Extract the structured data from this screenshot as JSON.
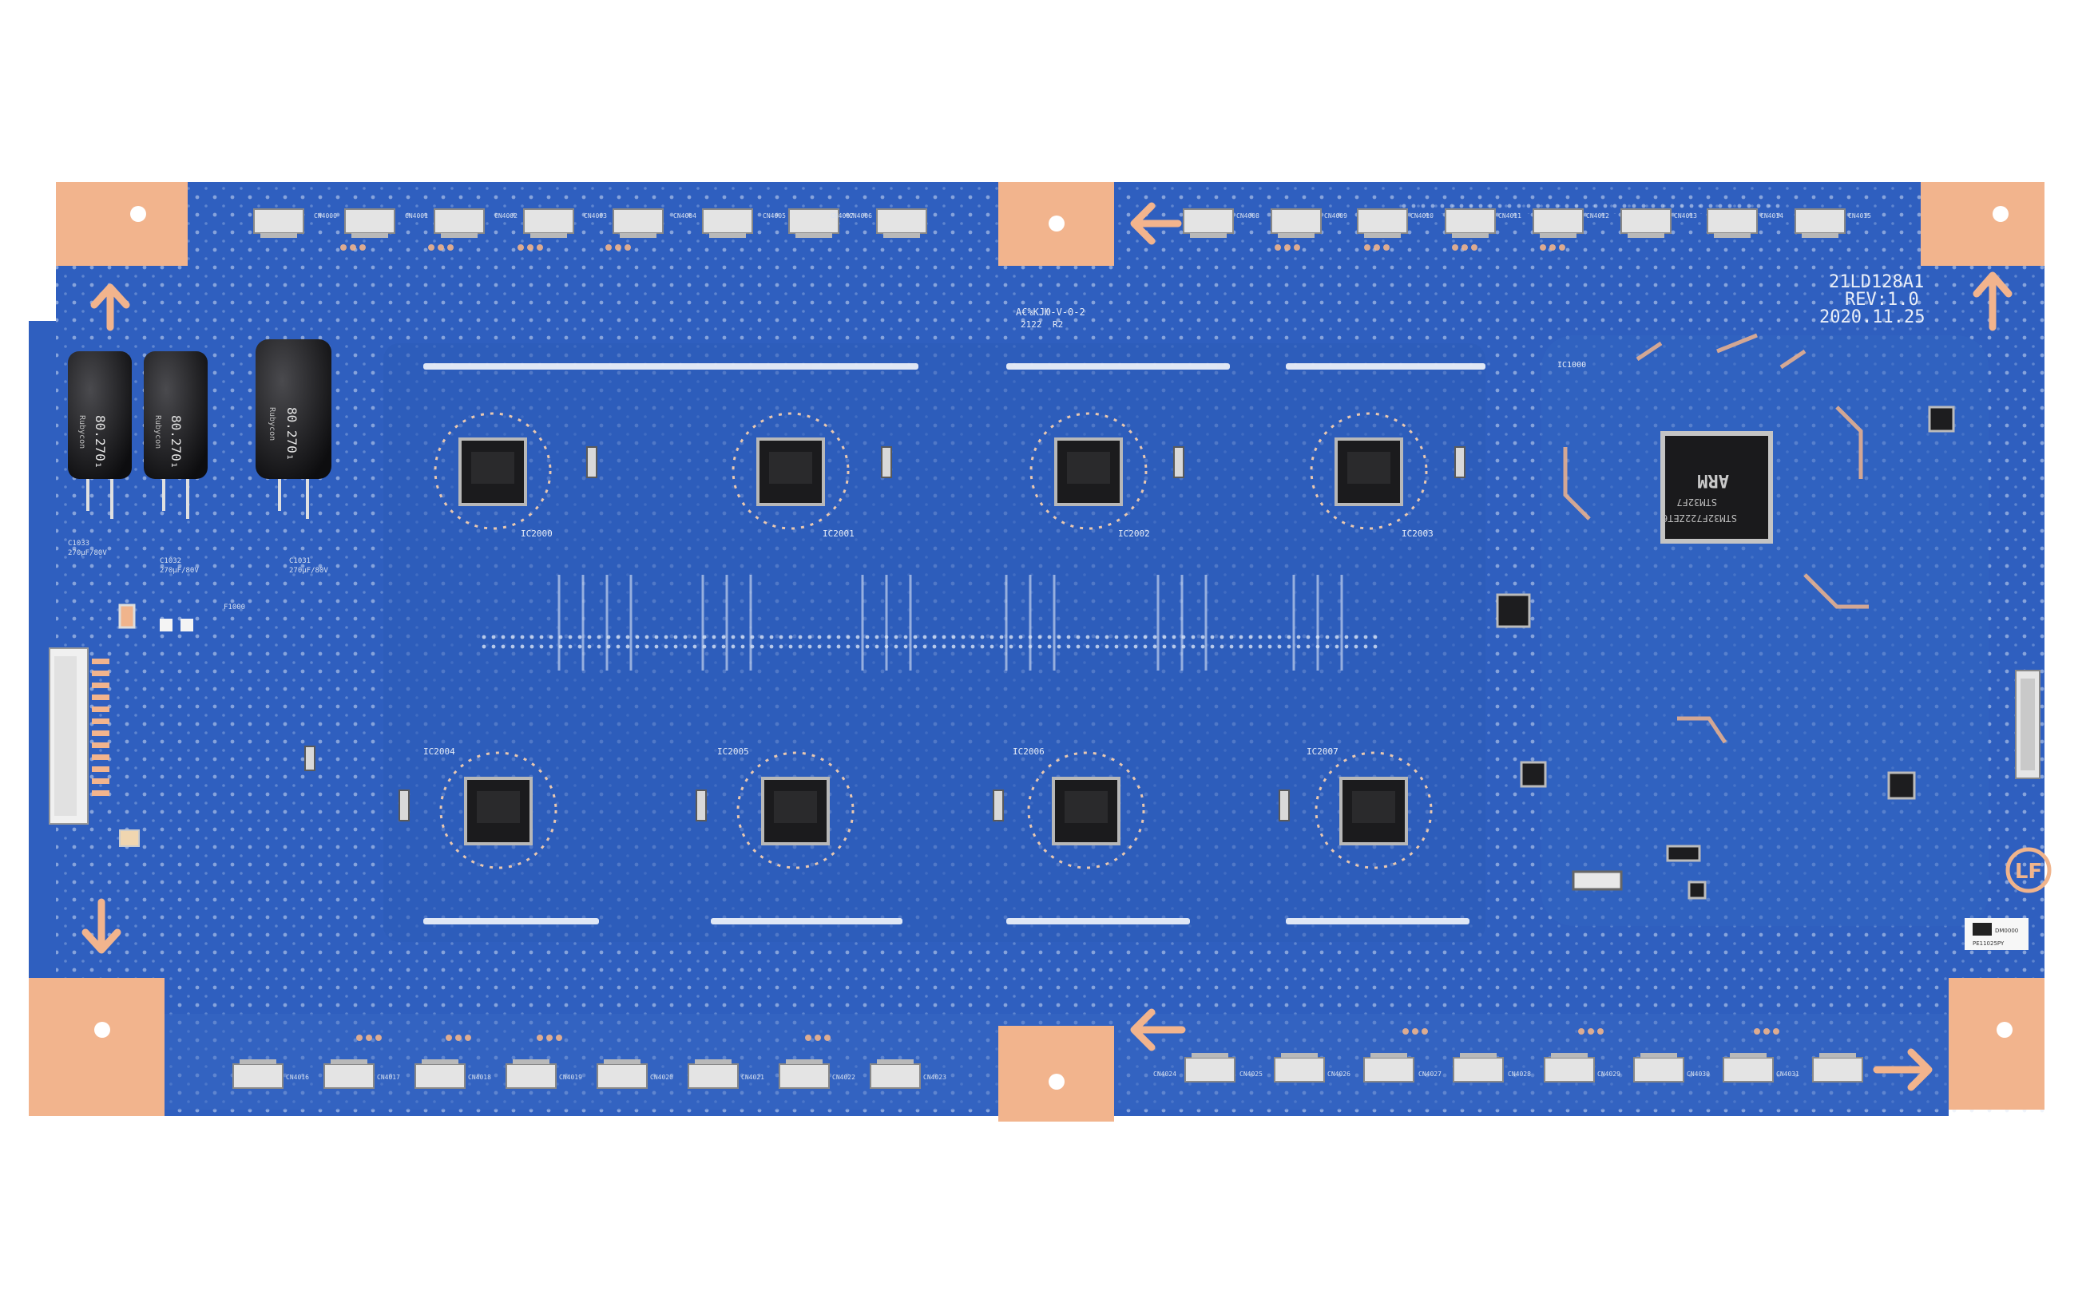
{
  "board": {
    "model": "21LD128A1",
    "revision": "REV:1.0",
    "date": "2020.11.25",
    "marking": "A€%KJЮ-V-0-2",
    "marking_sub": "2122",
    "marking_r": "R2",
    "lead_free": "LF",
    "sticker_line1": "DM0000",
    "sticker_line2": "PE11025PY"
  },
  "colors": {
    "pcb_blue": "#2f5fbf",
    "copper": "#f0b48c",
    "trace_light": "#6f95dd",
    "chip_black": "#1b1b1d"
  },
  "top_connectors": {
    "left": [
      "CN4000",
      "CN4001",
      "CN4002",
      "CN4003",
      "CN4004",
      "CN4005",
      "CN4006",
      "CN4007"
    ],
    "right": [
      "CN4008",
      "CN4009",
      "CN4010",
      "CN4011",
      "CN4012",
      "CN4013",
      "CN4014",
      "CN4015"
    ]
  },
  "bottom_connectors": {
    "left": [
      "CN4016",
      "CN4017",
      "CN4018",
      "CN4019",
      "CN4020",
      "CN4021",
      "CN4022",
      "CN4023"
    ],
    "right": [
      "CN4024",
      "CN4025",
      "CN4026",
      "CN4027",
      "CN4028",
      "CN4029",
      "CN4030",
      "CN4031"
    ]
  },
  "driver_ics": {
    "top": [
      "IC2000",
      "IC2001",
      "IC2002",
      "IC2003"
    ],
    "bottom": [
      "IC2004",
      "IC2005",
      "IC2006",
      "IC2007"
    ]
  },
  "mcu": {
    "ref": "IC1000",
    "line1": "ARM",
    "line2": "STM32F7",
    "line3": "STM32F722ZET6"
  },
  "capacitors": [
    {
      "ref": "C1033",
      "brand": "Rubycon",
      "value": "80.270₁",
      "rating": "270µF/80V"
    },
    {
      "ref": "C1032",
      "brand": "Rubycon",
      "value": "80.270₁",
      "rating": "270µF/80V"
    },
    {
      "ref": "C1031",
      "brand": "Rubycon",
      "value": "80.270₁",
      "rating": "270µF/80V"
    }
  ],
  "fuse": {
    "ref": "F1000"
  }
}
